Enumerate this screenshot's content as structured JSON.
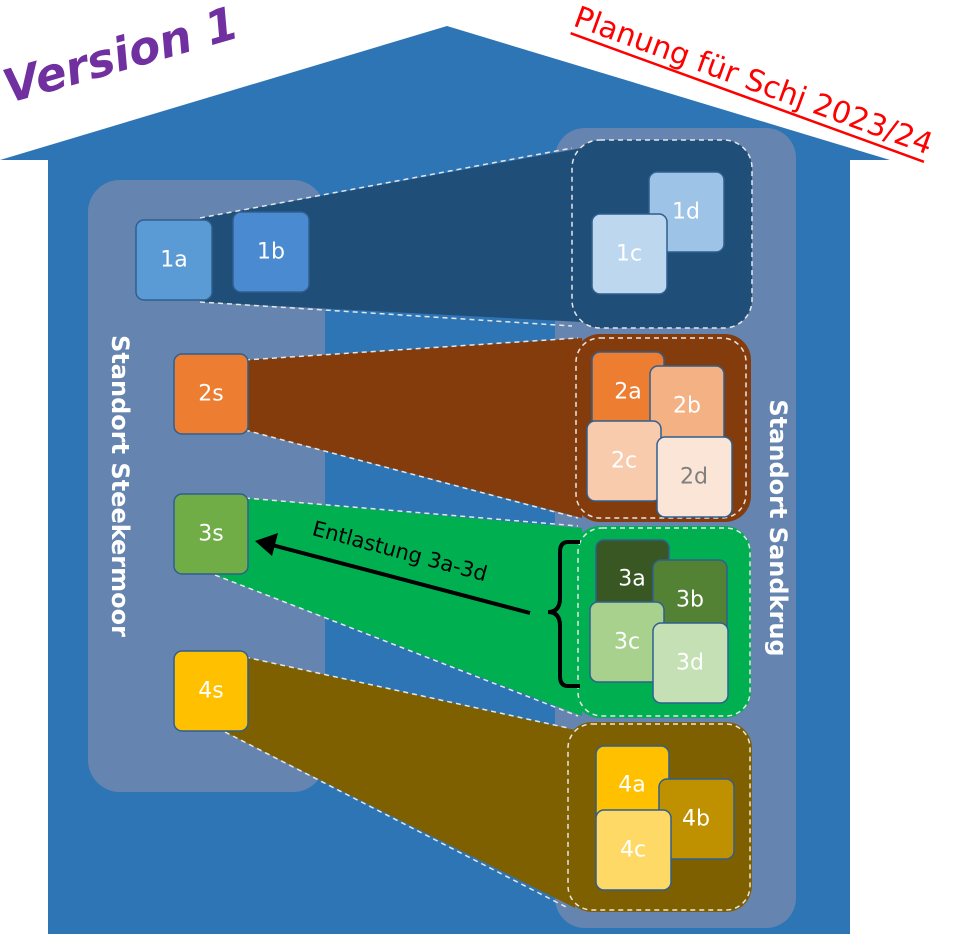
{
  "version_label": "Version 1",
  "planning_label": "Planung für Schj 2023/24",
  "site_left": "Standort Steekermoor",
  "site_right": "Standort Sandkrug",
  "relief_label": "Entlastung 3a-3d",
  "boxes": {
    "b1a": "1a",
    "b1b": "1b",
    "b1c": "1c",
    "b1d": "1d",
    "b2s": "2s",
    "b2a": "2a",
    "b2b": "2b",
    "b2c": "2c",
    "b2d": "2d",
    "b3s": "3s",
    "b3a": "3a",
    "b3b": "3b",
    "b3c": "3c",
    "b3d": "3d",
    "b4s": "4s",
    "b4a": "4a",
    "b4b": "4b",
    "b4c": "4c"
  },
  "colors": {
    "house": "#2e75b6",
    "grade1": "#1f4e79",
    "grade2": "#843c0c",
    "grade3": "#00b050",
    "grade4": "#7f6000",
    "version_text": "#7030a0",
    "planning_text": "#ff0000"
  }
}
